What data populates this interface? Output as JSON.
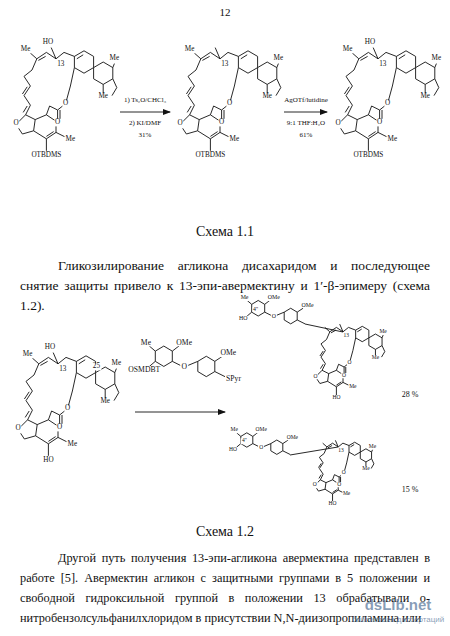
{
  "diagram": {
    "labels": [
      "12",
      "1) Ts₂O/CHCl₃",
      "2) KI/DMF",
      "31%",
      "AgOTf/lutidine",
      "9:1 THF:H₂O",
      "61%",
      "HO",
      "13",
      "Me",
      "Me",
      "Me",
      "O",
      "O",
      "O",
      "Me",
      "OTBDMS",
      "13",
      "Me",
      "Me",
      "Me",
      "O",
      "O",
      "O",
      "Me",
      "OTBDMS",
      "HO",
      "13",
      "Me",
      "Me",
      "Me",
      "O",
      "O",
      "O",
      "Me",
      "OTBDMS",
      "Схема 1.1",
      "Гликозилирование агликона дисахаридом и последующее снятие защиты привело к 13-эпи-авермектину и 1′-β-эпимеру (схема 1.2).",
      "HO",
      "13",
      "25",
      "Me",
      "Me",
      "Me",
      "O",
      "O",
      "O",
      "Me",
      "HO",
      "OSMDBT",
      "Me",
      "OMe",
      "O",
      "OMe",
      "SPyr",
      "HO",
      "Me",
      "4''",
      "OMe",
      "O",
      "OMe",
      "13",
      "Me",
      "Me",
      "O",
      "O",
      "O",
      "Me",
      "HO",
      "28 %",
      "HO",
      "Me",
      "4''",
      "OMe",
      "O",
      "OMe",
      "13",
      "Me",
      "Me",
      "O",
      "O",
      "O",
      "Me",
      "HO",
      "15 %",
      "Схема 1.2",
      "Другой путь получения 13-эпи-агликона авермектина представлен в работе [5]. Авермектин агликон с защитными группами в 5 положении и свободной гидроксильной группой в положении 13 обрабатывали о-нитробензолсульфанилхлоридом в присутствии N,N-диизопропиламина или",
      "dsLib.net",
      "библиотека диссертаций"
    ]
  }
}
